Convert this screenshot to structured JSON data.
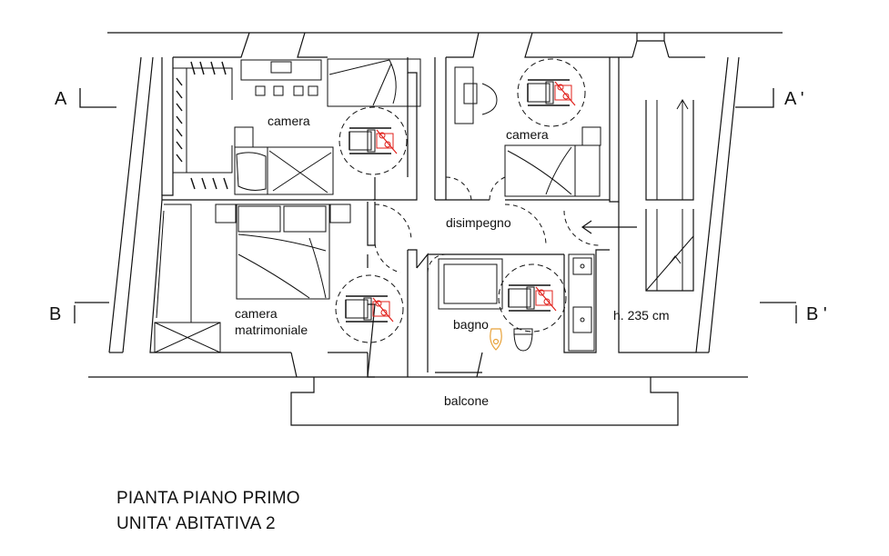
{
  "plan": {
    "rooms": {
      "camera_left": "camera",
      "camera_right": "camera",
      "disimpegno": "disimpegno",
      "camera_matrimoniale_1": "camera",
      "camera_matrimoniale_2": "matrimoniale",
      "bagno": "bagno",
      "balcone": "balcone",
      "height_note": "h. 235 cm"
    },
    "section_marks": {
      "a": "A",
      "a_prime": "A '",
      "b": "B",
      "b_prime": "B '"
    },
    "caption": {
      "line1": "PIANTA PIANO PRIMO",
      "line2": "UNITA' ABITATIVA 2"
    },
    "colors": {
      "line": "#111111",
      "wheelchair_marker": "#e0201b",
      "wc_accent": "#e8a23a"
    }
  }
}
